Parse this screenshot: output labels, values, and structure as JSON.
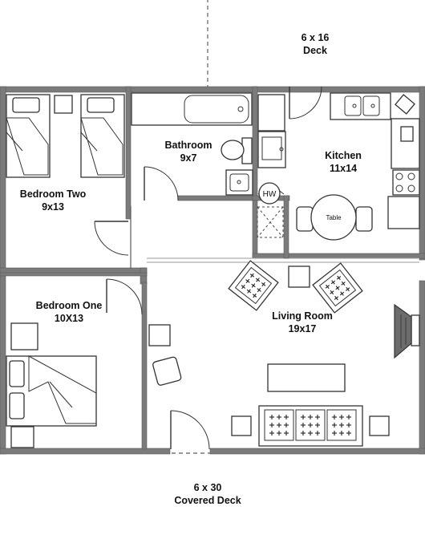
{
  "rooms": {
    "deck_top": {
      "name": "Deck",
      "size": "6 x 16"
    },
    "bedroom_two": {
      "name": "Bedroom Two",
      "size": "9x13"
    },
    "bathroom": {
      "name": "Bathroom",
      "size": "9x7"
    },
    "kitchen": {
      "name": "Kitchen",
      "size": "11x14"
    },
    "bedroom_one": {
      "name": "Bedroom One",
      "size": "10X13"
    },
    "living_room": {
      "name": "Living Room",
      "size": "19x17"
    },
    "covered_deck": {
      "name": "Covered Deck",
      "size": "6 x 30"
    }
  },
  "fixtures": {
    "water_heater": "HW",
    "table": "Table"
  },
  "colors": {
    "wall": "#7b7b7b",
    "line": "#333333",
    "background": "#ffffff"
  }
}
